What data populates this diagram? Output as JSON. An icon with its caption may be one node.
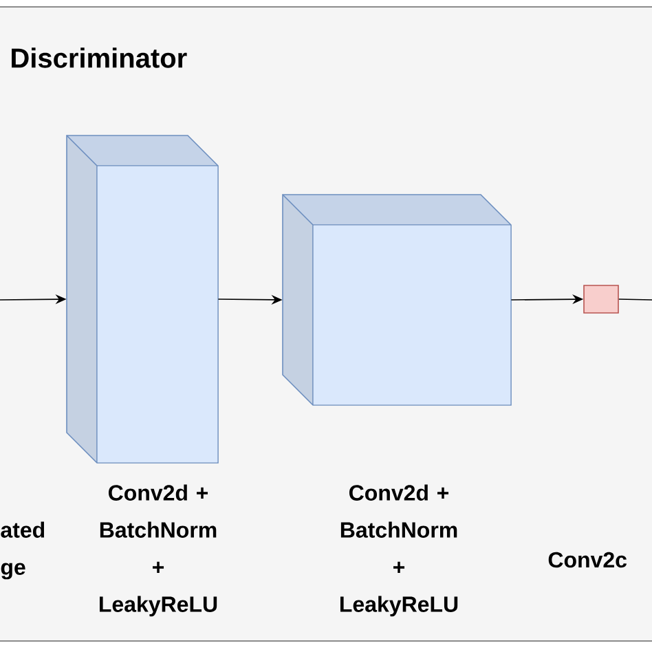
{
  "diagram": {
    "nodes": [
      {
        "text": [
          "Discriminator"
        ]
      },
      {
        "text": [],
        "shape": "box",
        "in": 0,
        "beside": [
          "Conv2d + BatchNorm + LeakyReLU"
        ]
      },
      {
        "text": [],
        "shape": "box",
        "in": 0,
        "beside": [
          "Conv2d + BatchNorm + LeakyReLU"
        ]
      },
      {
        "text": [],
        "shape": "box",
        "in": 0
      }
    ],
    "edges": [
      {
        "from": null,
        "to": 1,
        "arrow": "to"
      },
      {
        "from": 1,
        "to": 2,
        "arrow": "to"
      },
      {
        "from": 2,
        "to": 3,
        "arrow": "to"
      },
      {
        "from": 3,
        "to": null,
        "arrow": "none"
      }
    ],
    "labels": [
      "ated ge",
      "Conv2c"
    ]
  }
}
